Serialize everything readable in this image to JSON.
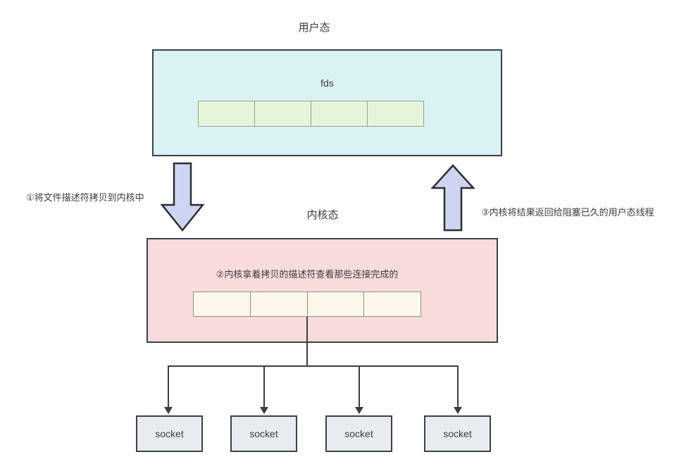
{
  "user_space": {
    "title": "用户态",
    "array_label": "fds",
    "slot_count": 4,
    "colors": {
      "fill": "#dbf2f3",
      "border": "#39424c",
      "slot_fill": "#e6f4da",
      "slot_border": "#97a297"
    }
  },
  "kernel_space": {
    "title": "内核态",
    "caption": "②内核拿着拷贝的描述符查看那些连接完成的",
    "slot_count": 4,
    "colors": {
      "fill": "#f9dbdb",
      "border": "#39424c",
      "slot_fill": "#fcf8e9",
      "slot_border": "#8d8d8d"
    }
  },
  "arrows": {
    "down_label": "①将文件描述符拷贝到内核中",
    "up_label": "③内核将结果返回给阻塞已久的用户态线程",
    "fill": "#cdd5f3",
    "outline": "#2d2d2d"
  },
  "sockets": {
    "items": [
      "socket",
      "socket",
      "socket",
      "socket"
    ],
    "colors": {
      "fill": "#e8ecef",
      "border": "#39424c"
    }
  },
  "connector_color": "#3d3d3d"
}
